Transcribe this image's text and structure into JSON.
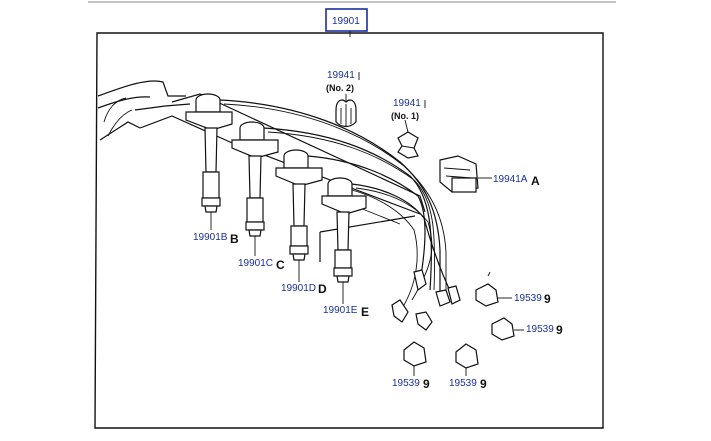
{
  "diagram": {
    "assembly_code": "19901",
    "labels": {
      "clamp_no2_code": "19941",
      "clamp_no2_note": "(No. 2)",
      "clamp_no1_code": "19941",
      "clamp_no1_note": "(No. 1)",
      "clamp_a_code": "19941A",
      "clamp_a_letter": "A",
      "cord_b_code": "19901B",
      "cord_b_letter": "B",
      "cord_c_code": "19901C",
      "cord_c_letter": "C",
      "cord_d_code": "19901D",
      "cord_d_letter": "D",
      "cord_e_code": "19901E",
      "cord_e_letter": "E",
      "boot_1_code": "19539",
      "boot_2_code": "19539",
      "boot_3_code": "19539",
      "boot_4_code": "19539",
      "boot_letter": "9"
    }
  }
}
